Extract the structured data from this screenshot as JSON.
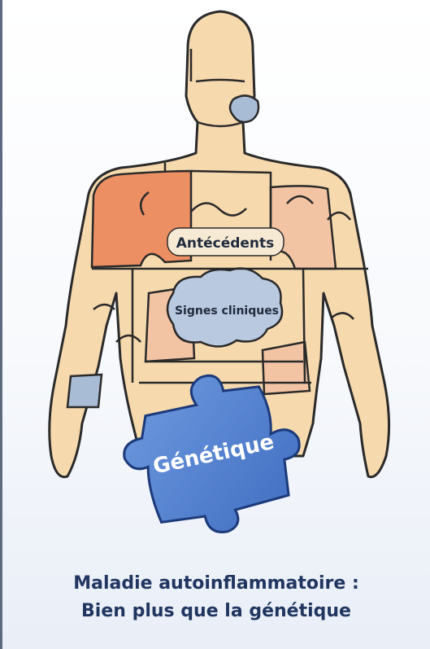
{
  "pieces": {
    "antecedents": "Antécédents",
    "signes_cliniques": "Signes cliniques",
    "genetique": "Génétique"
  },
  "caption": {
    "line1": "Maladie autoinflammatoire :",
    "line2": "Bien plus que la génétique"
  },
  "colors": {
    "skin": "#f6d9ad",
    "outline": "#2a2a2a",
    "orange_piece": "#ec8f63",
    "peach_piece": "#f3c4a4",
    "blue_piece": "#a9bcd6",
    "genetics_piece": "#4f7fd1",
    "caption": "#203660"
  }
}
